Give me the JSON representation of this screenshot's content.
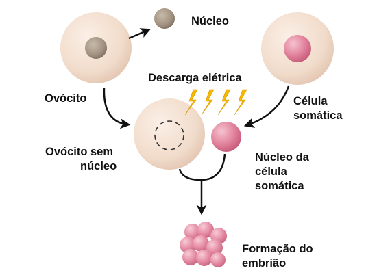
{
  "labels": {
    "nucleus": "Núcleo",
    "oocyte": "Ovócito",
    "electric_discharge": "Descarga elétrica",
    "somatic_cell_line1": "Célula",
    "somatic_cell_line2": "somática",
    "enucleated_oocyte_line1": "Ovócito sem",
    "enucleated_oocyte_line2": "núcleo",
    "somatic_nucleus_line1": "Núcleo da",
    "somatic_nucleus_line2": "célula",
    "somatic_nucleus_line3": "somática",
    "embryo_line1": "Formação do",
    "embryo_line2": "embrião"
  },
  "colors": {
    "oocyte_fill": "#f1dccb",
    "oocyte_nucleus": "#a09080",
    "somatic_nucleus": "#d9738f",
    "embryo_cell": "#e48aa2",
    "bolt": "#f7b800",
    "arrow": "#111111"
  },
  "icons": {
    "discharge": "lightning-bolt-icon"
  }
}
